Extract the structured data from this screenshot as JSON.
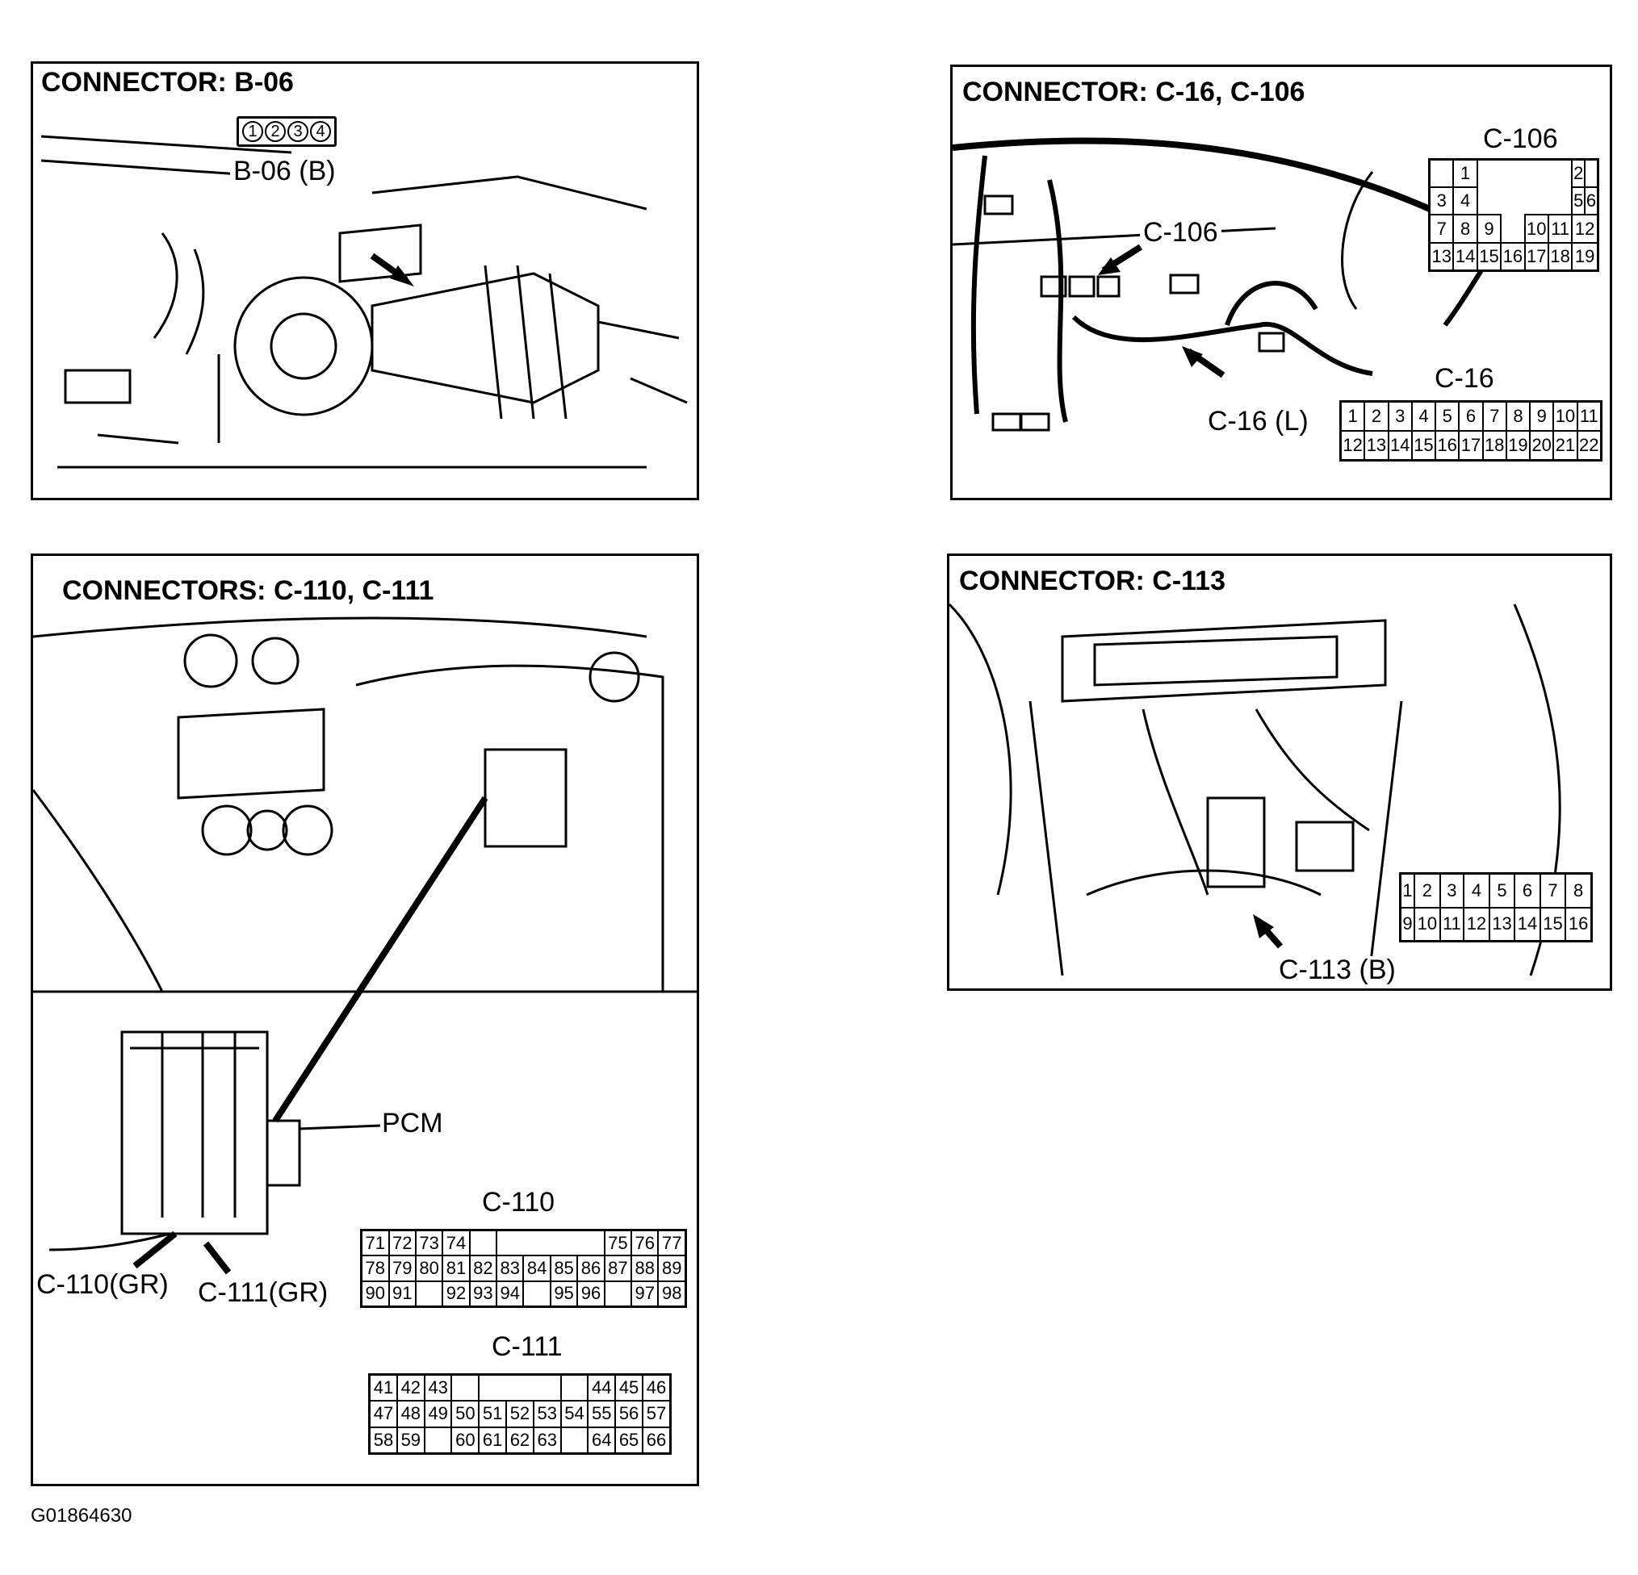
{
  "panels": {
    "b06": {
      "title": "CONNECTOR: B-06",
      "callout": "B-06 (B)",
      "pins": [
        "1",
        "2",
        "3",
        "4"
      ]
    },
    "c16": {
      "title": "CONNECTOR: C-16, C-106",
      "callout_c106": "C-106",
      "callout_c16": "C-16 (L)",
      "c106_label": "C-106",
      "c16_label": "C-16",
      "c106_rows": [
        [
          "",
          "1",
          "",
          "",
          "",
          "",
          "2",
          ""
        ],
        [
          "3",
          "4",
          "",
          "",
          "",
          "",
          "5",
          "6"
        ],
        [
          "7",
          "8",
          "9",
          "",
          "10",
          "11",
          "12"
        ],
        [
          "13",
          "14",
          "15",
          "16",
          "17",
          "18",
          "19"
        ]
      ],
      "c16_rows": [
        [
          "1",
          "2",
          "3",
          "4",
          "5",
          "6",
          "7",
          "8",
          "9",
          "10",
          "11"
        ],
        [
          "12",
          "13",
          "14",
          "15",
          "16",
          "17",
          "18",
          "19",
          "20",
          "21",
          "22"
        ]
      ]
    },
    "c110": {
      "title": "CONNECTORS: C-110, C-111",
      "pcm_label": "PCM",
      "callout_c110": "C-110(GR)",
      "callout_c111": "C-111(GR)",
      "c110_label": "C-110",
      "c111_label": "C-111",
      "c110_rows": [
        [
          "71",
          "72",
          "73",
          "74",
          "",
          "",
          "",
          "",
          "",
          "75",
          "76",
          "77"
        ],
        [
          "78",
          "79",
          "80",
          "81",
          "82",
          "83",
          "84",
          "85",
          "86",
          "87",
          "88",
          "89"
        ],
        [
          "90",
          "91",
          "",
          "92",
          "93",
          "94",
          "",
          "95",
          "96",
          "",
          "97",
          "98"
        ]
      ],
      "c111_rows": [
        [
          "41",
          "42",
          "43",
          "",
          "",
          "",
          "",
          "",
          "44",
          "45",
          "46"
        ],
        [
          "47",
          "48",
          "49",
          "50",
          "51",
          "52",
          "53",
          "54",
          "55",
          "56",
          "57"
        ],
        [
          "58",
          "59",
          "",
          "60",
          "61",
          "62",
          "63",
          "",
          "64",
          "65",
          "66"
        ]
      ]
    },
    "c113": {
      "title": "CONNECTOR: C-113",
      "callout": "C-113 (B)",
      "rows": [
        [
          "1",
          "2",
          "3",
          "4",
          "5",
          "6",
          "7",
          "8"
        ],
        [
          "9",
          "10",
          "11",
          "12",
          "13",
          "14",
          "15",
          "16"
        ]
      ]
    }
  },
  "figure_id": "G01864630"
}
